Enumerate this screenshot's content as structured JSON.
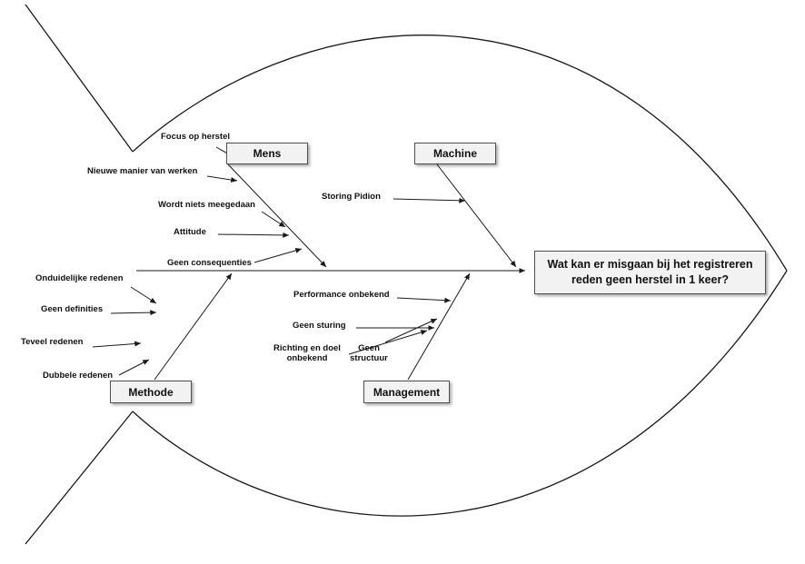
{
  "fishbone": {
    "problem": "Wat kan er misgaan bij het registreren\nreden geen herstel in 1 keer?",
    "branches": {
      "mens": {
        "label": "Mens",
        "causes": [
          "Focus op herstel",
          "Nieuwe manier van werken",
          "Wordt niets meegedaan",
          "Attitude",
          "Geen consequenties"
        ]
      },
      "machine": {
        "label": "Machine",
        "causes": [
          "Storing Pidion"
        ]
      },
      "methode": {
        "label": "Methode",
        "causes": [
          "Onduidelijke redenen",
          "Geen definities",
          "Teveel redenen",
          "Dubbele redenen"
        ]
      },
      "management": {
        "label": "Management",
        "causes": [
          "Performance onbekend",
          "Geen sturing",
          "Richting en doel\nonbekend",
          "Geen\nstructuur"
        ]
      }
    },
    "colors": {
      "line": "#1a1a1a",
      "box_fill": "#f2f2f2",
      "box_border": "#4f4f4f"
    }
  }
}
